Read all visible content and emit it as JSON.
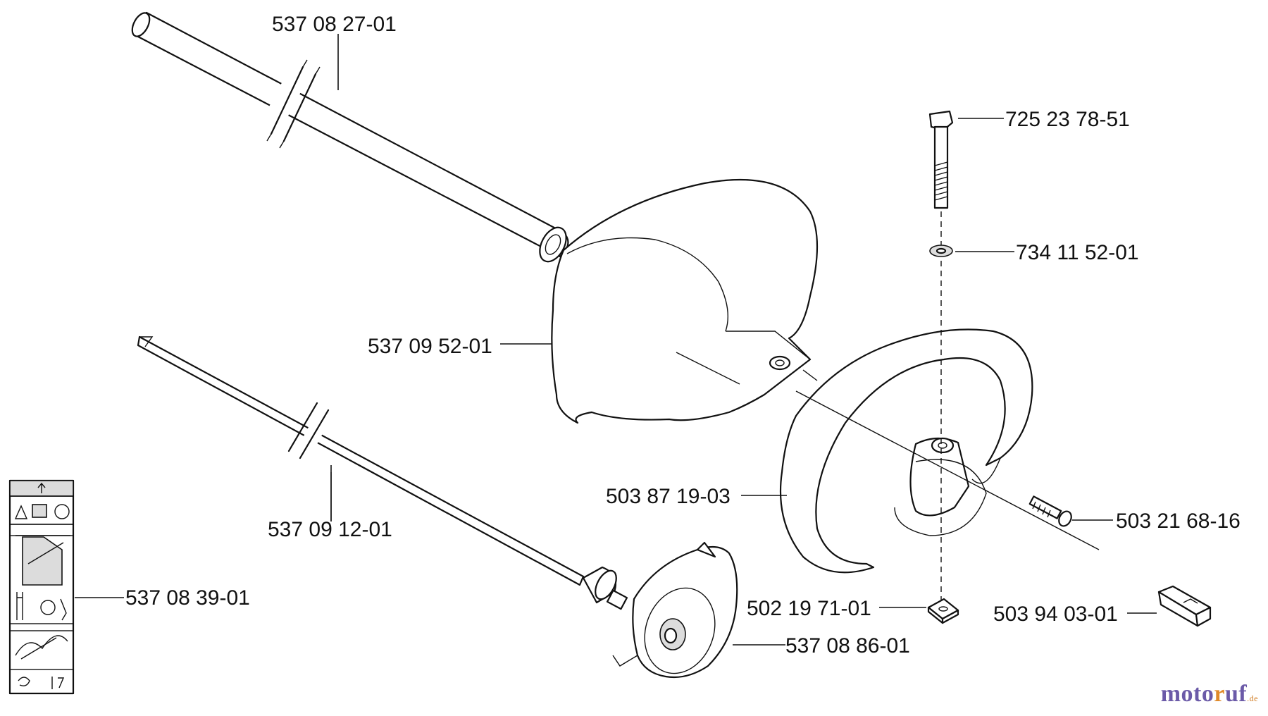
{
  "parts": [
    {
      "id": "tube",
      "number": "537 08 27-01"
    },
    {
      "id": "bolt",
      "number": "725 23 78-51"
    },
    {
      "id": "washer",
      "number": "734 11 52-01"
    },
    {
      "id": "guard",
      "number": "537 09 52-01"
    },
    {
      "id": "drive-shaft",
      "number": "537 09 12-01"
    },
    {
      "id": "handle",
      "number": "503 87 19-03"
    },
    {
      "id": "screw",
      "number": "503 21 68-16"
    },
    {
      "id": "decal",
      "number": "537 08 39-01"
    },
    {
      "id": "nut",
      "number": "502 19 71-01"
    },
    {
      "id": "clamp",
      "number": "503 94 03-01"
    },
    {
      "id": "cover",
      "number": "537 08 86-01"
    }
  ],
  "watermark": {
    "text": "moto",
    "accent": "r",
    "text2": "uf",
    "suffix": ".de"
  }
}
